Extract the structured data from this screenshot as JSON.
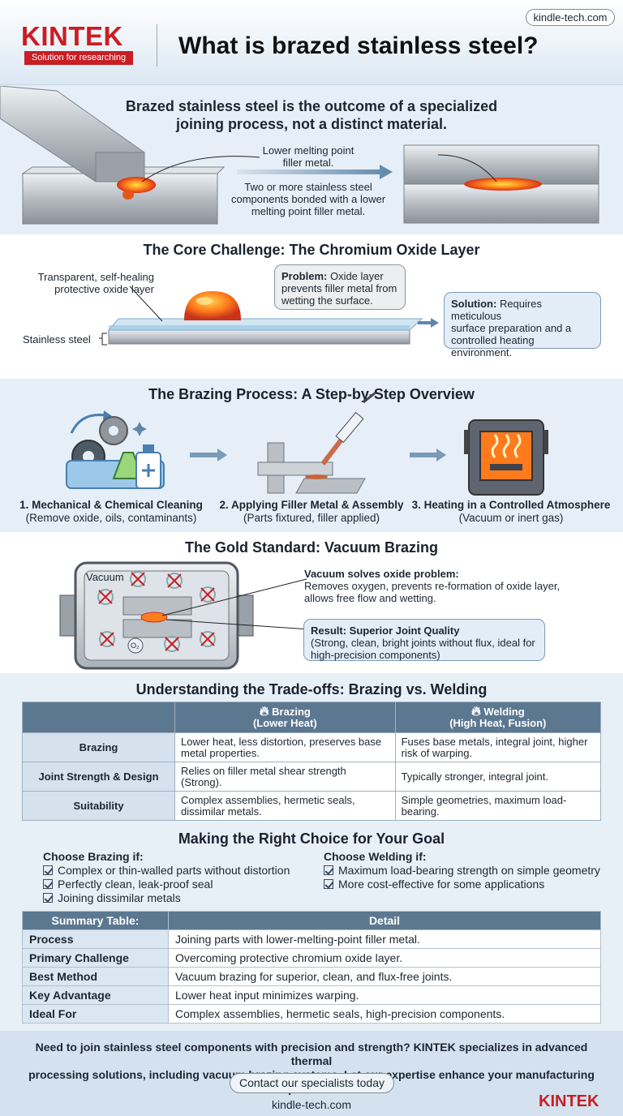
{
  "header": {
    "logo": "KINTEK",
    "tagline": "Solution for researching",
    "title": "What is brazed stainless steel?",
    "url": "kindle-tech.com"
  },
  "intro": {
    "title_line1": "Brazed stainless steel is the outcome of a specialized",
    "title_line2": "joining process, not a distinct material.",
    "filler_label_line1": "Lower melting point",
    "filler_label_line2": "filler metal.",
    "desc_line1": "Two or more stainless steel",
    "desc_line2": "components bonded with a lower",
    "desc_line3": "melting point filler metal."
  },
  "challenge": {
    "title": "The Core Challenge: The Chromium Oxide Layer",
    "oxide_label_line1": "Transparent, self-healing",
    "oxide_label_line2": "protective oxide layer",
    "steel_label": "Stainless steel",
    "problem_bold": "Problem:",
    "problem_text_1": " Oxide layer",
    "problem_text_2": "prevents filler metal from",
    "problem_text_3": "wetting the surface.",
    "solution_bold": "Solution:",
    "solution_text_1": " Requires meticulous",
    "solution_text_2": "surface preparation and a",
    "solution_text_3": "controlled heating",
    "solution_text_4": "environment."
  },
  "process": {
    "title": "The Brazing Process: A Step-by-Step Overview",
    "steps": [
      {
        "title": "1. Mechanical & Chemical Cleaning",
        "sub": "(Remove oxide, oils, contaminants)"
      },
      {
        "title": "2. Applying Filler Metal & Assembly",
        "sub": "(Parts fixtured, filler applied)"
      },
      {
        "title": "3. Heating in a Controlled Atmosphere",
        "sub": "(Vacuum or inert gas)"
      }
    ]
  },
  "vacuum": {
    "title": "The Gold Standard: Vacuum Brazing",
    "chamber_label": "Vacuum",
    "o2_label": "O₂",
    "solves_title": "Vacuum solves oxide problem:",
    "solves_line1": "Removes oxygen, prevents re-formation of oxide layer,",
    "solves_line2": "allows free flow and wetting.",
    "result_title": "Result: Superior Joint Quality",
    "result_line1": "(Strong, clean, bright joints without flux, ideal for",
    "result_line2": "high-precision components)"
  },
  "tradeoffs": {
    "title": "Understanding the Trade-offs: Brazing vs. Welding",
    "col_brazing_1": "Brazing",
    "col_brazing_2": "(Lower Heat)",
    "col_welding_1": "Welding",
    "col_welding_2": "(High Heat, Fusion)",
    "rows": [
      {
        "label": "Brazing",
        "brazing": "Lower heat, less distortion, preserves base metal properties.",
        "welding": "Fuses base metals, integral joint, higher risk of warping."
      },
      {
        "label": "Joint Strength & Design",
        "brazing": "Relies on filler metal shear strength (Strong).",
        "welding": "Typically stronger, integral joint."
      },
      {
        "label": "Suitability",
        "brazing": "Complex assemblies, hermetic seals, dissimilar metals.",
        "welding": "Simple geometries, maximum load-bearing."
      }
    ]
  },
  "choice": {
    "title": "Making the Right Choice for Your Goal",
    "brazing_head": "Choose Brazing if:",
    "brazing_items": [
      "Complex or thin-walled parts without distortion",
      "Perfectly clean, leak-proof seal",
      "Joining dissimilar metals"
    ],
    "welding_head": "Choose Welding if:",
    "welding_items": [
      "Maximum load-bearing strength on simple geometry",
      "More cost-effective for some applications"
    ]
  },
  "summary": {
    "col1": "Summary Table:",
    "col2": "Detail",
    "rows": [
      {
        "k": "Process",
        "v": "Joining parts with lower-melting-point filler metal."
      },
      {
        "k": "Primary Challenge",
        "v": "Overcoming protective chromium oxide layer."
      },
      {
        "k": "Best Method",
        "v": "Vacuum brazing for superior, clean, and flux-free joints."
      },
      {
        "k": "Key Advantage",
        "v": "Lower heat input minimizes warping."
      },
      {
        "k": "Ideal For",
        "v": "Complex assemblies, hermetic seals, high-precision components."
      }
    ]
  },
  "footer": {
    "cta_line1": "Need to join stainless steel components with precision and strength? KINTEK specializes in advanced thermal",
    "cta_line2": "processing solutions, including vacuum brazing systems. Let our expertise enhance your manufacturing process.",
    "button": "Contact our specialists today",
    "url": "kindle-tech.com",
    "logo": "KINTEK"
  },
  "colors": {
    "brand_red": "#c81e24",
    "table_header": "#5c7891",
    "steel": "#b9bfc5",
    "molten": "#f07a1e"
  }
}
